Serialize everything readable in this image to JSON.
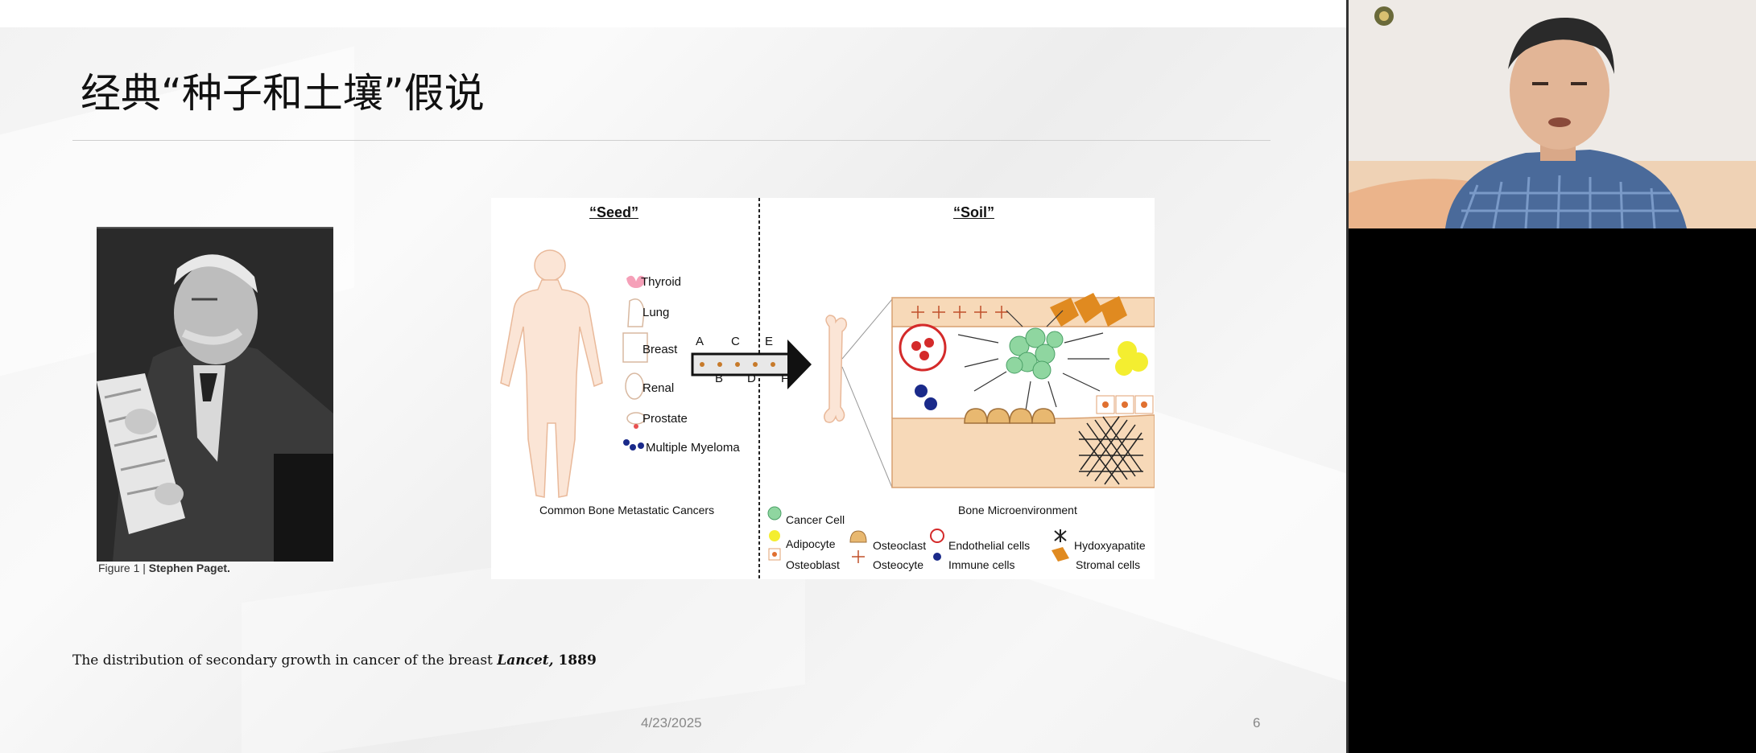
{
  "slide": {
    "title": "经典“种子和土壤”假说",
    "figure_caption_prefix": "Figure 1 | ",
    "figure_caption_name": "Stephen Paget.",
    "reference_text": "The distribution of secondary growth in cancer of the breast ",
    "reference_journal": "Lancet,",
    "reference_year": " 1889",
    "date": "4/23/2025",
    "page_number": "6"
  },
  "diagram": {
    "seed_heading": "“Seed”",
    "soil_heading": "“Soil”",
    "organs": [
      "Thyroid",
      "Lung",
      "Breast",
      "Renal",
      "Prostate",
      "Multiple Myeloma"
    ],
    "arrow_labels_top": [
      "A",
      "C",
      "E"
    ],
    "arrow_labels_bottom": [
      "B",
      "D",
      "F"
    ],
    "left_caption": "Common Bone Metastatic Cancers",
    "right_caption": "Bone Microenvironment",
    "legend": {
      "cancer_cell": "Cancer Cell",
      "adipocyte": "Adipocyte",
      "osteoclast": "Osteoclast",
      "endothelial": "Endothelial cells",
      "hydroxyapatite": "Hydoxyapatite",
      "osteoblast": "Osteoblast",
      "osteocyte": "Osteocyte",
      "immune": "Immune cells",
      "stromal": "Stromal cells"
    },
    "colors": {
      "cancer": "#8fd6a0",
      "adipocyte": "#f4ee30",
      "osteoclast": "#d9a24a",
      "endothelial": "#d42a2a",
      "immune": "#1a2a8a",
      "stromal": "#e08a20",
      "bone": "#f7d9b8"
    }
  },
  "webcam": {
    "participant": "presenter video"
  }
}
